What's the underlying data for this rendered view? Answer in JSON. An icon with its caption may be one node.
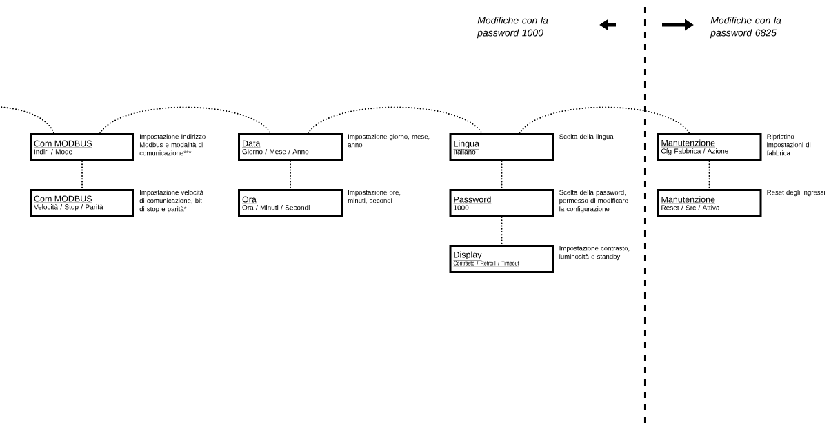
{
  "diagram": {
    "nodes": [
      {
        "text": [
          "Com MODBUS",
          "Indiri / Mode"
        ],
        "beside": [
          "Impostazione Indirizzo Modbus e modalità di comunicazione***"
        ]
      },
      {
        "text": [
          "Com MODBUS",
          "Velocità / Stop / Parità"
        ],
        "beside": [
          "Impostazione velocità di comunicazione, bit di stop e parità*"
        ]
      },
      {
        "text": [
          "Data",
          "Giorno / Mese / Anno"
        ],
        "beside": [
          "Impostazione giorno, mese, anno"
        ]
      },
      {
        "text": [
          "Ora",
          "Ora / Minuti / Secondi"
        ],
        "beside": [
          "Impostazione ore, minuti, secondi"
        ]
      },
      {
        "text": [
          "Lingua",
          "Italiano"
        ],
        "beside": [
          "Scelta della lingua"
        ]
      },
      {
        "text": [
          "Password",
          "1000"
        ],
        "beside": [
          "Scelta della password, permesso di modificare la configurazione"
        ]
      },
      {
        "text": [
          "Display",
          "Contrasto / Retroill / Timeout"
        ],
        "beside": [
          "Impostazione contrasto, luminosità e standby"
        ]
      },
      {
        "text": [
          "Manutenzione",
          "Cfg Fabbrica / Azione"
        ],
        "beside": [
          "Ripristino impostazioni di fabbrica"
        ]
      },
      {
        "text": [
          "Manutenzione",
          "Reset / Src / Attiva"
        ],
        "beside": [
          "Reset degli ingressi"
        ]
      }
    ],
    "edges": [
      {
        "from": null,
        "to": 0,
        "arrow": "none"
      },
      {
        "from": 0,
        "to": 2,
        "arrow": "none"
      },
      {
        "from": 2,
        "to": 4,
        "arrow": "none"
      },
      {
        "from": 4,
        "to": 7,
        "arrow": "none"
      },
      {
        "from": 0,
        "to": 1,
        "arrow": "none"
      },
      {
        "from": 2,
        "to": 3,
        "arrow": "none"
      },
      {
        "from": 4,
        "to": 5,
        "arrow": "none"
      },
      {
        "from": 5,
        "to": 6,
        "arrow": "none"
      },
      {
        "from": 7,
        "to": 8,
        "arrow": "none"
      }
    ],
    "labels": [
      "Modifiche con la password 1000",
      "Modifiche con la password 6825"
    ]
  }
}
